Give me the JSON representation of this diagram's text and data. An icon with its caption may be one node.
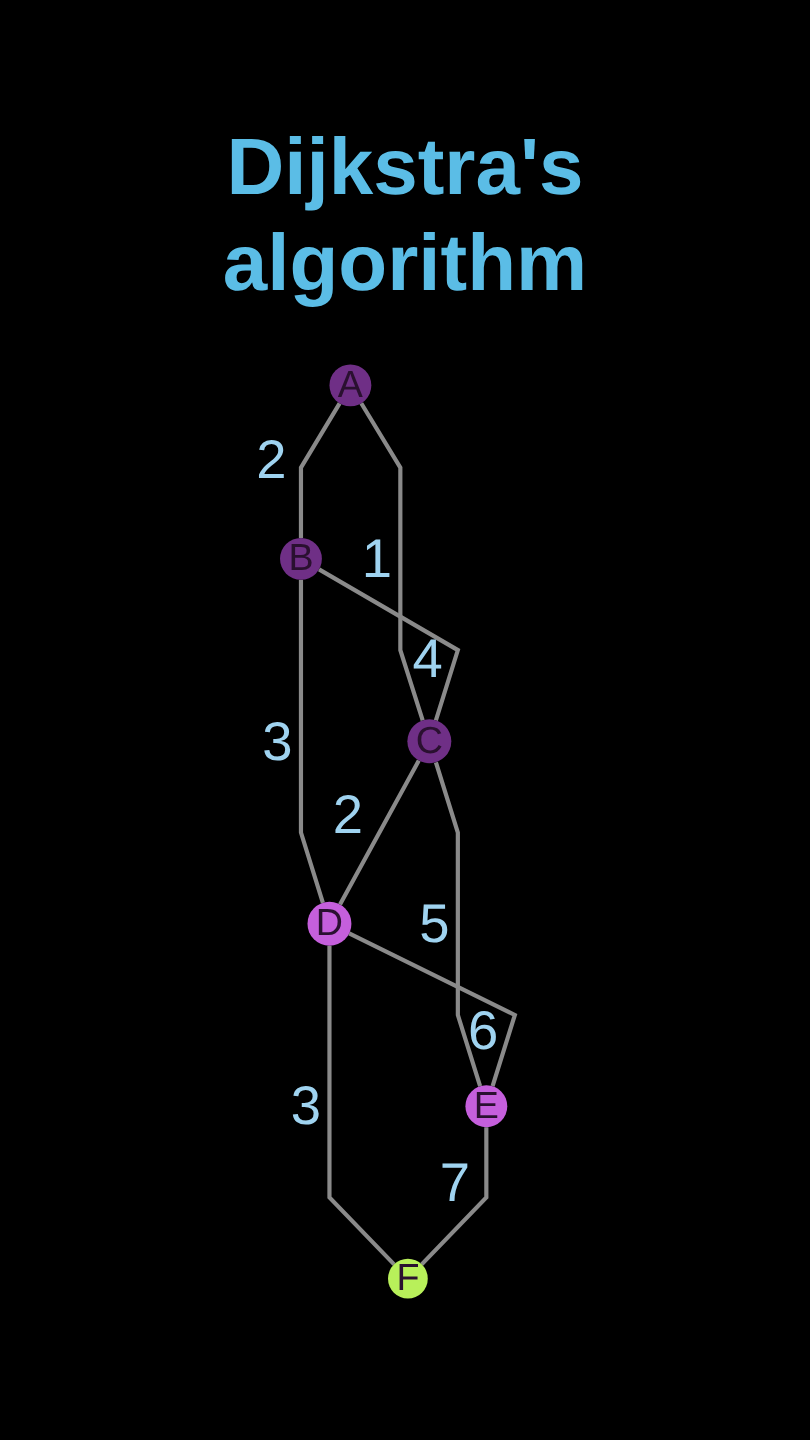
{
  "diagram": {
    "title": "Dijkstra's algorithm",
    "nodes": [
      {
        "text": [
          "A"
        ]
      },
      {
        "text": [
          "B"
        ]
      },
      {
        "text": [
          "C"
        ]
      },
      {
        "text": [
          "D"
        ]
      },
      {
        "text": [
          "E"
        ]
      },
      {
        "text": [
          "F"
        ]
      }
    ],
    "edges": [
      {
        "from": 0,
        "to": 1,
        "arrow": "none",
        "label": "2"
      },
      {
        "from": 0,
        "to": 2,
        "arrow": "none",
        "label": "1"
      },
      {
        "from": 1,
        "to": 2,
        "arrow": "none",
        "label": "4"
      },
      {
        "from": 1,
        "to": 3,
        "arrow": "none",
        "label": "3"
      },
      {
        "from": 2,
        "to": 3,
        "arrow": "none",
        "label": "2"
      },
      {
        "from": 2,
        "to": 4,
        "arrow": "none",
        "label": "5"
      },
      {
        "from": 3,
        "to": 4,
        "arrow": "none",
        "label": "6"
      },
      {
        "from": 3,
        "to": 5,
        "arrow": "none",
        "label": "3"
      },
      {
        "from": 4,
        "to": 5,
        "arrow": "none",
        "label": "7"
      }
    ]
  }
}
